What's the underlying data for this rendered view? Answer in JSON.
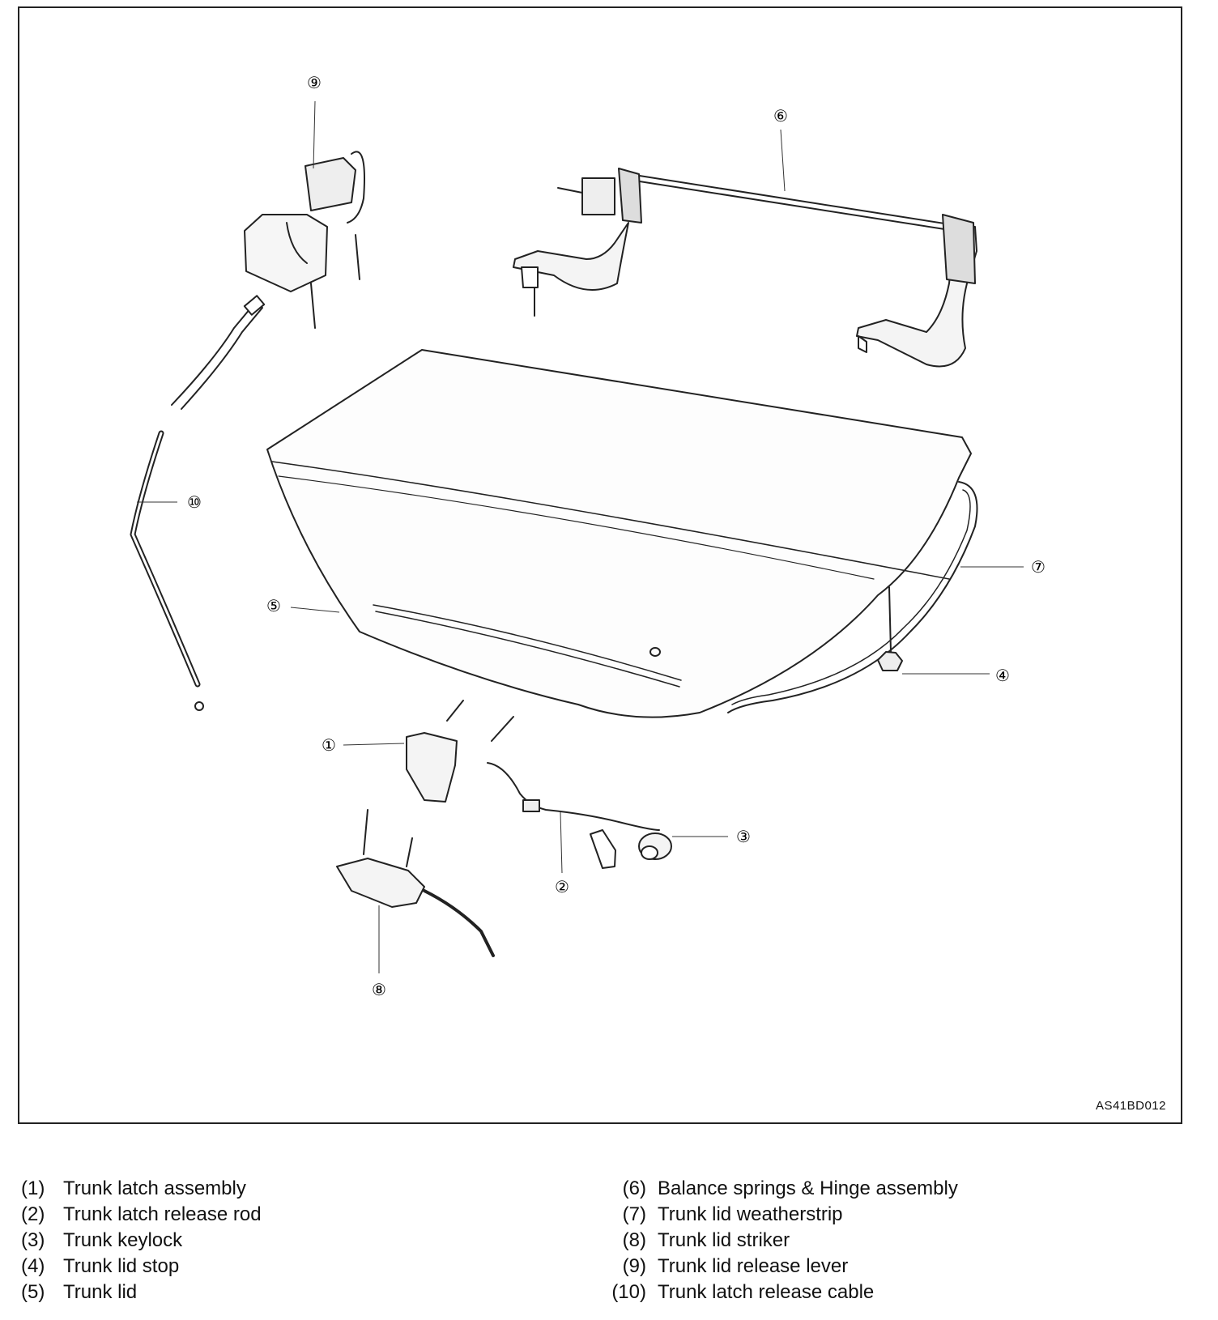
{
  "figure_code": "AS41BD012",
  "callouts": [
    "①",
    "②",
    "③",
    "④",
    "⑤",
    "⑥",
    "⑦",
    "⑧",
    "⑨",
    "⑩"
  ],
  "legend": {
    "left": [
      {
        "num": "(1)",
        "text": "Trunk latch assembly"
      },
      {
        "num": "(2)",
        "text": "Trunk latch release rod"
      },
      {
        "num": "(3)",
        "text": "Trunk keylock"
      },
      {
        "num": "(4)",
        "text": "Trunk lid stop"
      },
      {
        "num": "(5)",
        "text": "Trunk lid"
      }
    ],
    "right": [
      {
        "num": "(6)",
        "text": "Balance springs & Hinge assembly"
      },
      {
        "num": "(7)",
        "text": "Trunk lid weatherstrip"
      },
      {
        "num": "(8)",
        "text": "Trunk lid striker"
      },
      {
        "num": "(9)",
        "text": "Trunk lid release lever"
      },
      {
        "num": "(10)",
        "text": "Trunk latch release cable"
      }
    ]
  }
}
